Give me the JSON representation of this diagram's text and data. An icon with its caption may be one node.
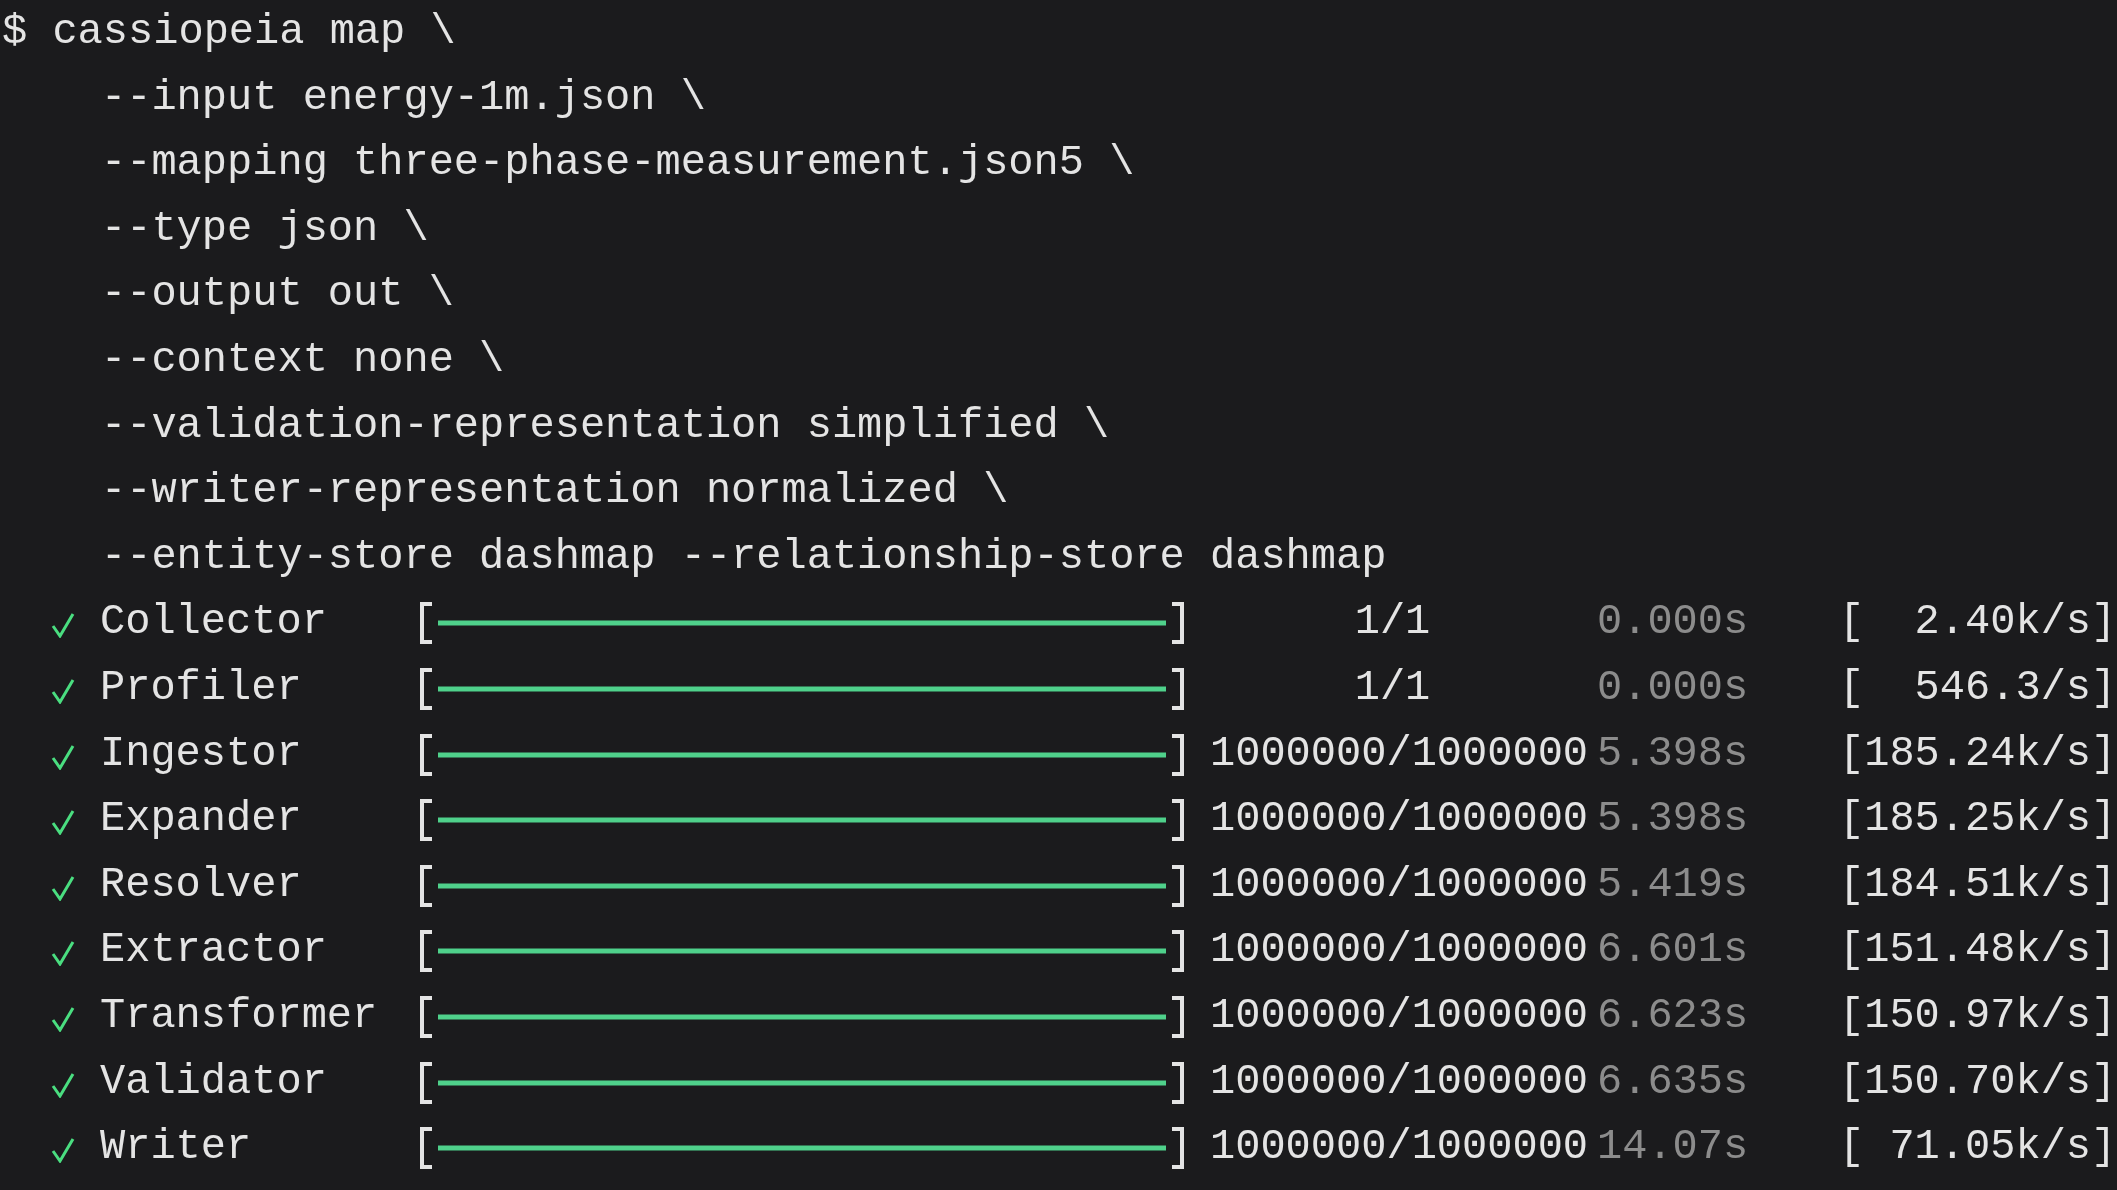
{
  "diagram": {
    "labels": [
      "$ cassiopeia map \\",
      "--input energy-1m.json \\",
      "--mapping three-phase-measurement.json5 \\",
      "--type json \\",
      "--output out \\",
      "--context none \\",
      "--validation-representation simplified \\",
      "--writer-representation normalized \\",
      "--entity-store dashmap --relationship-store dashmap",
      "Collector",
      "1/1",
      "0.000s",
      "[  2.40k/s]",
      "Profiler",
      "1/1",
      "0.000s",
      "[  546.3/s]",
      "Ingestor",
      "1000000/1000000",
      "5.398s",
      "[185.24k/s]",
      "Expander",
      "1000000/1000000",
      "5.398s",
      "[185.25k/s]",
      "Resolver",
      "1000000/1000000",
      "5.419s",
      "[184.51k/s]",
      "Extractor",
      "1000000/1000000",
      "6.601s",
      "[151.48k/s]",
      "Transformer",
      "1000000/1000000",
      "6.623s",
      "[150.97k/s]",
      "Validator",
      "1000000/1000000",
      "6.635s",
      "[150.70k/s]",
      "Writer",
      "1000000/1000000",
      "14.07s",
      "[ 71.05k/s]"
    ]
  }
}
